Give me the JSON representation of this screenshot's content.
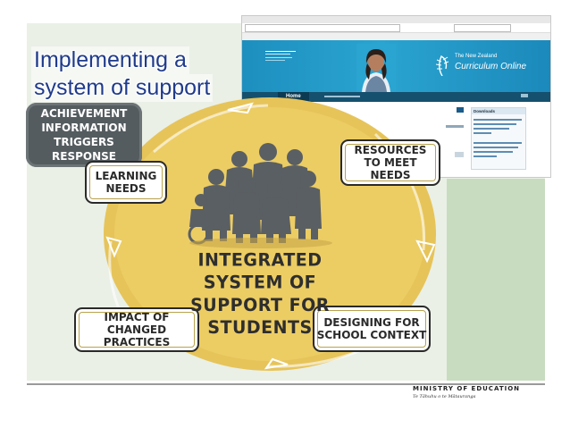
{
  "slide": {
    "title_line1": "Implementing a",
    "title_line2": "system of support"
  },
  "diagram": {
    "trigger_line1": "ACHIEVEMENT",
    "trigger_line2": "INFORMATION",
    "trigger_line3": "TRIGGERS RESPONSE",
    "learning_line1": "LEARNING",
    "learning_line2": "NEEDS",
    "resources_line1": "RESOURCES",
    "resources_line2": "TO MEET NEEDS",
    "impact_line1": "IMPACT OF",
    "impact_line2": "CHANGED PRACTICES",
    "designing_line1": "DESIGNING FOR",
    "designing_line2": "SCHOOL CONTEXT",
    "center_line1": "INTEGRATED SYSTEM OF",
    "center_line2": "SUPPORT FOR STUDENTS",
    "colors": {
      "circle": "#e8c659",
      "circle_dark": "#d4ad3e",
      "silhouette": "#5a5f63",
      "box_dark": "#555c60"
    }
  },
  "browser": {
    "site_title_small": "The New Zealand",
    "site_title": "Curriculum Online",
    "nav_home": "Home",
    "downloads_header": "Downloads"
  },
  "footer": {
    "ministry": "MINISTRY OF EDUCATION",
    "ministry_sub": "Te Tāhuhu o te Mātauranga"
  },
  "icons": [
    "fern-logo-icon",
    "person-photo",
    "children-silhouette-icon",
    "cycle-arrow-icon"
  ]
}
